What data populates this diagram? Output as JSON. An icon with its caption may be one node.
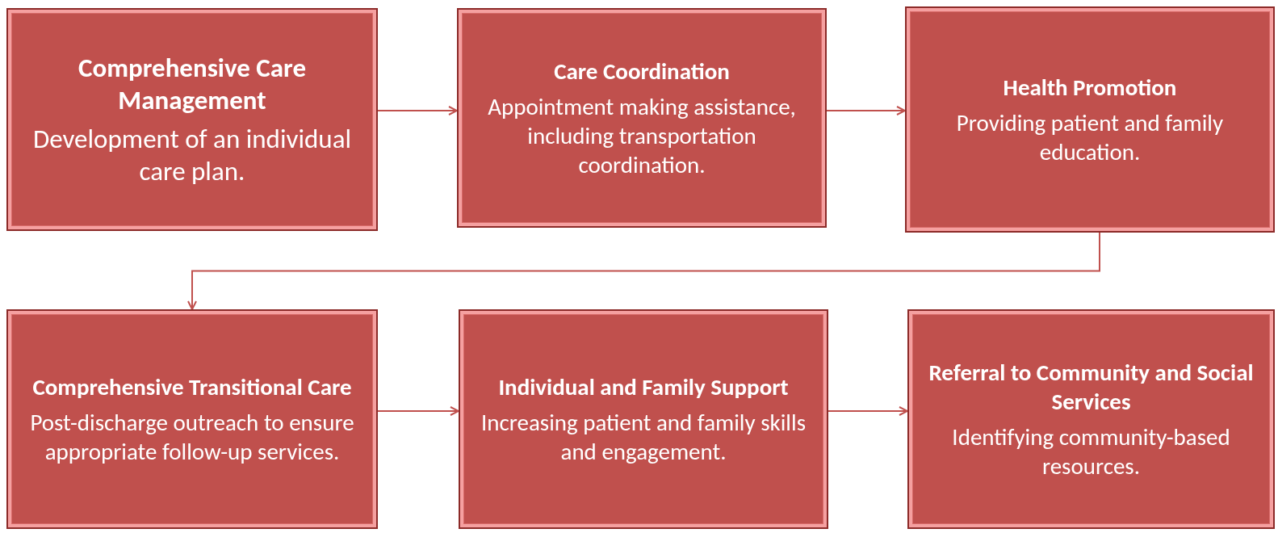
{
  "diagram": {
    "nodes": [
      {
        "text": [
          "Comprehensive Care Management",
          "Development of an individual care plan."
        ]
      },
      {
        "text": [
          "Care Coordination",
          "Appointment making assistance, including transportation coordination."
        ]
      },
      {
        "text": [
          "Health Promotion",
          "Providing patient and family education."
        ]
      },
      {
        "text": [
          "Comprehensive Transitional Care",
          "Post-discharge outreach to ensure appropriate follow-up services."
        ]
      },
      {
        "text": [
          "Individual and Family Support",
          "Increasing patient and family skills and engagement."
        ]
      },
      {
        "text": [
          "Referral to Community and Social Services",
          "Identifying community-based resources."
        ]
      }
    ],
    "edges": [
      {
        "from": 0,
        "to": 1,
        "arrow": "to"
      },
      {
        "from": 1,
        "to": 2,
        "arrow": "to"
      },
      {
        "from": 2,
        "to": 3,
        "arrow": "to"
      },
      {
        "from": 3,
        "to": 4,
        "arrow": "to"
      },
      {
        "from": 4,
        "to": 5,
        "arrow": "to"
      }
    ]
  }
}
